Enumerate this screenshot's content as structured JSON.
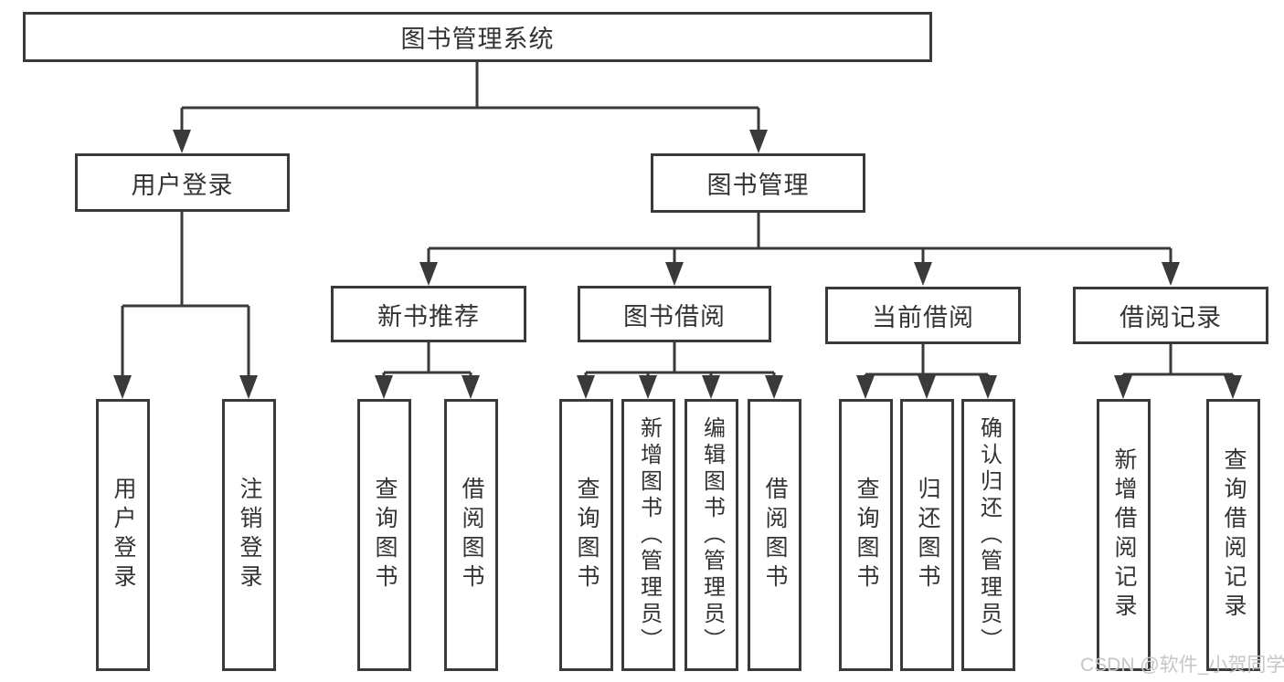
{
  "title": {
    "label": "图书管理系统"
  },
  "branches": {
    "user_login": {
      "label": "用户登录",
      "children": [
        {
          "label": "用户登录"
        },
        {
          "label": "注销登录"
        }
      ]
    },
    "book_mgmt": {
      "label": "图书管理",
      "children": [
        {
          "label": "新书推荐",
          "children": [
            {
              "label": "查询图书"
            },
            {
              "label": "借阅图书"
            }
          ]
        },
        {
          "label": "图书借阅",
          "children": [
            {
              "label": "查询图书"
            },
            {
              "label": "新增图书（管理员）"
            },
            {
              "label": "编辑图书（管理员）"
            },
            {
              "label": "借阅图书"
            }
          ]
        },
        {
          "label": "当前借阅",
          "children": [
            {
              "label": "查询图书"
            },
            {
              "label": "归还图书"
            },
            {
              "label": "确认归还（管理员）"
            }
          ]
        },
        {
          "label": "借阅记录",
          "children": [
            {
              "label": "新增借阅记录"
            },
            {
              "label": "查询借阅记录"
            }
          ]
        }
      ]
    }
  },
  "watermark": {
    "text": "CSDN @软件_小贺同学"
  },
  "colors": {
    "line": "#3a3a3a",
    "text": "#333333",
    "watermark": "#c6c6c6",
    "background": "#ffffff"
  }
}
